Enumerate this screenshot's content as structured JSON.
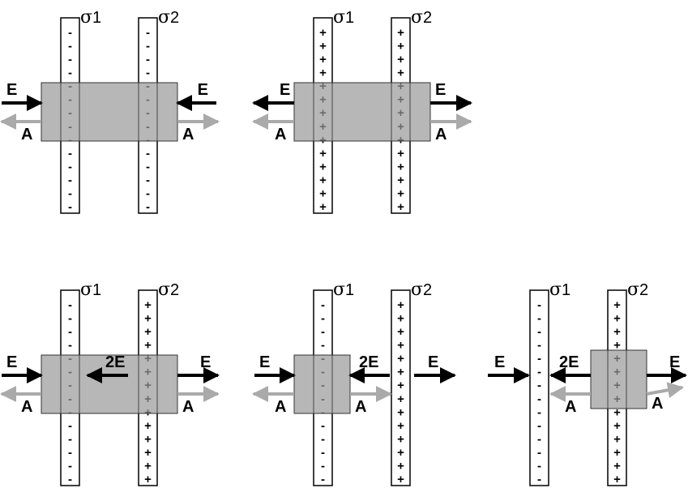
{
  "symbols": {
    "sigma": "σ",
    "plate1_index": "1",
    "plate2_index": "2",
    "plus": "+",
    "minus": "-",
    "field": "E",
    "double_field": "2E",
    "area": "A"
  },
  "panels": [
    {
      "id": "a",
      "plate1": "-",
      "plate2": "-",
      "gaussian_surface": "spanning-both",
      "field_left": "E",
      "field_right": "E",
      "field_between": ""
    },
    {
      "id": "b",
      "plate1": "+",
      "plate2": "+",
      "gaussian_surface": "spanning-both",
      "field_left": "E",
      "field_right": "E",
      "field_between": ""
    },
    {
      "id": "c",
      "plate1": "-",
      "plate2": "+",
      "gaussian_surface": "spanning-both",
      "field_left": "E",
      "field_right": "E",
      "field_between": "2E"
    },
    {
      "id": "d",
      "plate1": "-",
      "plate2": "+",
      "gaussian_surface": "around-plate-1",
      "field_left": "E",
      "field_right": "E",
      "field_between": "2E"
    },
    {
      "id": "e",
      "plate1": "-",
      "plate2": "+",
      "gaussian_surface": "around-plate-2",
      "field_left": "E",
      "field_right": "E",
      "field_between": "2E"
    }
  ],
  "colors": {
    "field_arrow": "#000000",
    "area_arrow": "#aaaaaa",
    "gaussian_box": "#999999",
    "plate_fill": "#ffffff"
  }
}
